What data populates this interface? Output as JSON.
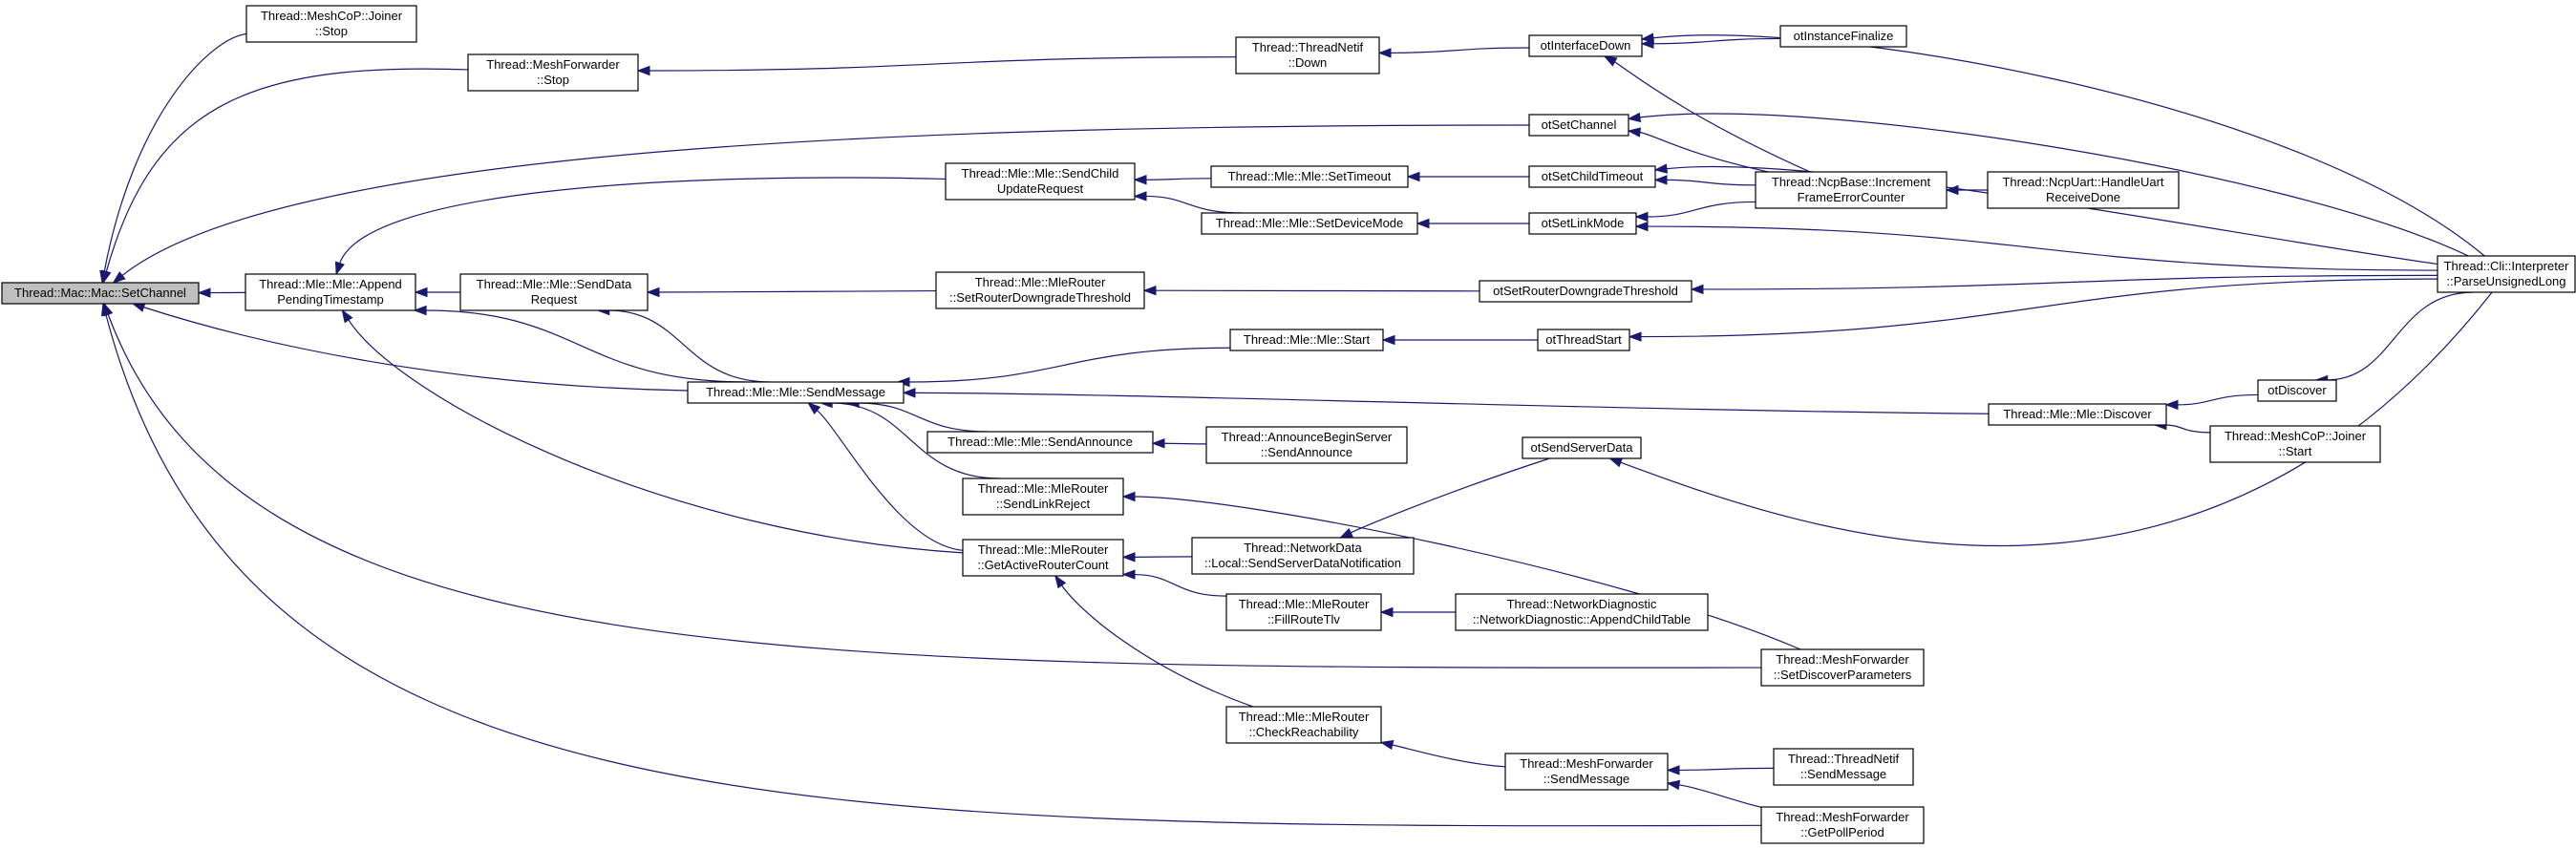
{
  "nodes": [
    {
      "id": "setchannel",
      "lines": [
        "Thread::Mac::Mac::SetChannel"
      ],
      "root": true
    },
    {
      "id": "joinerstop",
      "lines": [
        "Thread::MeshCoP::Joiner",
        "::Stop"
      ]
    },
    {
      "id": "meshfwdstop",
      "lines": [
        "Thread::MeshForwarder",
        "::Stop"
      ]
    },
    {
      "id": "netifdown",
      "lines": [
        "Thread::ThreadNetif",
        "::Down"
      ]
    },
    {
      "id": "otifdown",
      "lines": [
        "otInterfaceDown"
      ]
    },
    {
      "id": "otinstfin",
      "lines": [
        "otInstanceFinalize"
      ]
    },
    {
      "id": "otsetchannel",
      "lines": [
        "otSetChannel"
      ]
    },
    {
      "id": "appendpending",
      "lines": [
        "Thread::Mle::Mle::Append",
        "PendingTimestamp"
      ]
    },
    {
      "id": "senddatareq",
      "lines": [
        "Thread::Mle::Mle::SendData",
        "Request"
      ]
    },
    {
      "id": "sendchildupd",
      "lines": [
        "Thread::Mle::Mle::SendChild",
        "UpdateRequest"
      ]
    },
    {
      "id": "settimeout",
      "lines": [
        "Thread::Mle::Mle::SetTimeout"
      ]
    },
    {
      "id": "otsetchildto",
      "lines": [
        "otSetChildTimeout"
      ]
    },
    {
      "id": "ncpincr",
      "lines": [
        "Thread::NcpBase::Increment",
        "FrameErrorCounter"
      ]
    },
    {
      "id": "ncpuart",
      "lines": [
        "Thread::NcpUart::HandleUart",
        "ReceiveDone"
      ]
    },
    {
      "id": "setdevmode",
      "lines": [
        "Thread::Mle::Mle::SetDeviceMode"
      ]
    },
    {
      "id": "otsetlink",
      "lines": [
        "otSetLinkMode"
      ]
    },
    {
      "id": "setrouterdown",
      "lines": [
        "Thread::Mle::MleRouter",
        "::SetRouterDowngradeThreshold"
      ]
    },
    {
      "id": "otsetrouterdown",
      "lines": [
        "otSetRouterDowngradeThreshold"
      ]
    },
    {
      "id": "cliparse",
      "lines": [
        "Thread::Cli::Interpreter",
        "::ParseUnsignedLong"
      ]
    },
    {
      "id": "mlestart",
      "lines": [
        "Thread::Mle::Mle::Start"
      ]
    },
    {
      "id": "otthreadstart",
      "lines": [
        "otThreadStart"
      ]
    },
    {
      "id": "sendmessage",
      "lines": [
        "Thread::Mle::Mle::SendMessage"
      ]
    },
    {
      "id": "mlediscover",
      "lines": [
        "Thread::Mle::Mle::Discover"
      ]
    },
    {
      "id": "otdiscover",
      "lines": [
        "otDiscover"
      ]
    },
    {
      "id": "joinerstart",
      "lines": [
        "Thread::MeshCoP::Joiner",
        "::Start"
      ]
    },
    {
      "id": "sendannounce",
      "lines": [
        "Thread::Mle::Mle::SendAnnounce"
      ]
    },
    {
      "id": "announcebegin",
      "lines": [
        "Thread::AnnounceBeginServer",
        "::SendAnnounce"
      ]
    },
    {
      "id": "otsendserver",
      "lines": [
        "otSendServerData"
      ]
    },
    {
      "id": "sendlinkreject",
      "lines": [
        "Thread::Mle::MleRouter",
        "::SendLinkReject"
      ]
    },
    {
      "id": "getactiverouter",
      "lines": [
        "Thread::Mle::MleRouter",
        "::GetActiveRouterCount"
      ]
    },
    {
      "id": "netdatalocal",
      "lines": [
        "Thread::NetworkData",
        "::Local::SendServerDataNotification"
      ]
    },
    {
      "id": "fillroutetlv",
      "lines": [
        "Thread::Mle::MleRouter",
        "::FillRouteTlv"
      ]
    },
    {
      "id": "netdiag",
      "lines": [
        "Thread::NetworkDiagnostic",
        "::NetworkDiagnostic::AppendChildTable"
      ]
    },
    {
      "id": "setdiscover",
      "lines": [
        "Thread::MeshForwarder",
        "::SetDiscoverParameters"
      ]
    },
    {
      "id": "checkreach",
      "lines": [
        "Thread::Mle::MleRouter",
        "::CheckReachability"
      ]
    },
    {
      "id": "fwdsendmsg",
      "lines": [
        "Thread::MeshForwarder",
        "::SendMessage"
      ]
    },
    {
      "id": "netifsendmsg",
      "lines": [
        "Thread::ThreadNetif",
        "::SendMessage"
      ]
    },
    {
      "id": "getpollperiod",
      "lines": [
        "Thread::MeshForwarder",
        "::GetPollPeriod"
      ]
    }
  ],
  "edges": [
    {
      "from": "joinerstop",
      "to": "setchannel"
    },
    {
      "from": "meshfwdstop",
      "to": "setchannel"
    },
    {
      "from": "otsetchannel",
      "to": "setchannel"
    },
    {
      "from": "appendpending",
      "to": "setchannel"
    },
    {
      "from": "sendmessage",
      "to": "setchannel"
    },
    {
      "from": "setdiscover",
      "to": "setchannel"
    },
    {
      "from": "getpollperiod",
      "to": "setchannel"
    },
    {
      "from": "netifdown",
      "to": "meshfwdstop"
    },
    {
      "from": "otifdown",
      "to": "netifdown"
    },
    {
      "from": "otinstfin",
      "to": "otifdown"
    },
    {
      "from": "cliparse",
      "to": "otifdown"
    },
    {
      "from": "ncpincr",
      "to": "otifdown"
    },
    {
      "from": "cliparse",
      "to": "otsetchannel"
    },
    {
      "from": "ncpincr",
      "to": "otsetchannel"
    },
    {
      "from": "senddatareq",
      "to": "appendpending"
    },
    {
      "from": "sendchildupd",
      "to": "appendpending"
    },
    {
      "from": "sendmessage",
      "to": "appendpending"
    },
    {
      "from": "getactiverouter",
      "to": "appendpending"
    },
    {
      "from": "setrouterdown",
      "to": "senddatareq"
    },
    {
      "from": "sendmessage",
      "to": "senddatareq"
    },
    {
      "from": "settimeout",
      "to": "sendchildupd"
    },
    {
      "from": "setdevmode",
      "to": "sendchildupd"
    },
    {
      "from": "otsetchildto",
      "to": "settimeout"
    },
    {
      "from": "ncpincr",
      "to": "otsetchildto"
    },
    {
      "from": "cliparse",
      "to": "otsetchildto"
    },
    {
      "from": "ncpuart",
      "to": "ncpincr"
    },
    {
      "from": "otsetlink",
      "to": "setdevmode"
    },
    {
      "from": "ncpincr",
      "to": "otsetlink"
    },
    {
      "from": "cliparse",
      "to": "otsetlink"
    },
    {
      "from": "otsetrouterdown",
      "to": "setrouterdown"
    },
    {
      "from": "cliparse",
      "to": "otsetrouterdown"
    },
    {
      "from": "otthreadstart",
      "to": "mlestart"
    },
    {
      "from": "cliparse",
      "to": "otthreadstart"
    },
    {
      "from": "mlestart",
      "to": "sendmessage"
    },
    {
      "from": "mlediscover",
      "to": "sendmessage"
    },
    {
      "from": "sendannounce",
      "to": "sendmessage"
    },
    {
      "from": "sendlinkreject",
      "to": "sendmessage"
    },
    {
      "from": "getactiverouter",
      "to": "sendmessage"
    },
    {
      "from": "otdiscover",
      "to": "mlediscover"
    },
    {
      "from": "joinerstart",
      "to": "mlediscover"
    },
    {
      "from": "cliparse",
      "to": "otdiscover"
    },
    {
      "from": "announcebegin",
      "to": "sendannounce"
    },
    {
      "from": "cliparse",
      "to": "otsendserver"
    },
    {
      "from": "setdiscover",
      "to": "sendlinkreject"
    },
    {
      "from": "netdatalocal",
      "to": "getactiverouter"
    },
    {
      "from": "fillroutetlv",
      "to": "getactiverouter"
    },
    {
      "from": "checkreach",
      "to": "getactiverouter"
    },
    {
      "from": "otsendserver",
      "to": "netdatalocal"
    },
    {
      "from": "netdiag",
      "to": "fillroutetlv"
    },
    {
      "from": "fwdsendmsg",
      "to": "checkreach"
    },
    {
      "from": "netifsendmsg",
      "to": "fwdsendmsg"
    },
    {
      "from": "getpollperiod",
      "to": "fwdsendmsg"
    }
  ],
  "colors": {
    "edge": "#191970",
    "root_fill": "#bfbfbf",
    "node_fill": "#ffffff",
    "node_border": "#000000"
  }
}
